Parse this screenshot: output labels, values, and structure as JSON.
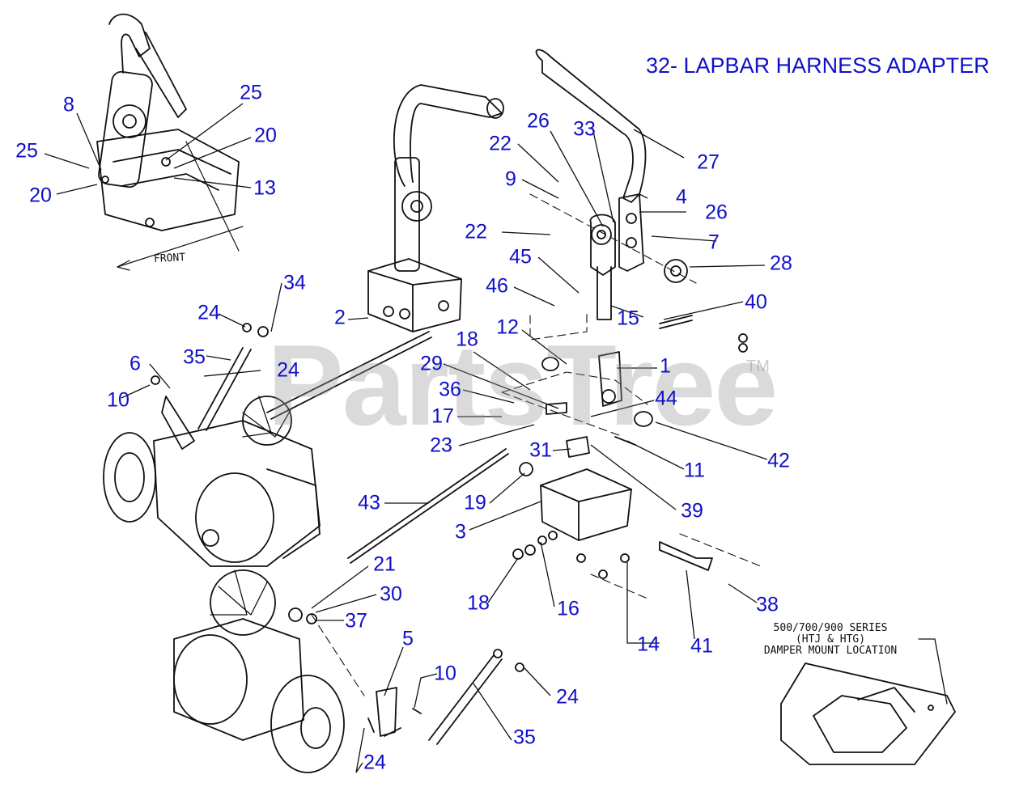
{
  "title": "32- LAPBAR HARNESS ADAPTER",
  "front_label": "FRONT",
  "note_lines": [
    "500/700/900 SERIES",
    "(HTJ & HTG)",
    "DAMPER MOUNT LOCATION"
  ],
  "watermark": "PartsTree",
  "watermark_mark": "TM",
  "colors": {
    "callout": "#1010c8",
    "linework": "#111111",
    "watermark": "#969696"
  },
  "callouts": [
    {
      "id": "8",
      "label": "8"
    },
    {
      "id": "25a",
      "label": "25"
    },
    {
      "id": "25b",
      "label": "25"
    },
    {
      "id": "20a",
      "label": "20"
    },
    {
      "id": "20b",
      "label": "20"
    },
    {
      "id": "13",
      "label": "13"
    },
    {
      "id": "34",
      "label": "34"
    },
    {
      "id": "24a",
      "label": "24"
    },
    {
      "id": "24b",
      "label": "24"
    },
    {
      "id": "24c",
      "label": "24"
    },
    {
      "id": "24d",
      "label": "24"
    },
    {
      "id": "6",
      "label": "6"
    },
    {
      "id": "35a",
      "label": "35"
    },
    {
      "id": "35b",
      "label": "35"
    },
    {
      "id": "10a",
      "label": "10"
    },
    {
      "id": "10b",
      "label": "10"
    },
    {
      "id": "2",
      "label": "2"
    },
    {
      "id": "26a",
      "label": "26"
    },
    {
      "id": "26b",
      "label": "26"
    },
    {
      "id": "33",
      "label": "33"
    },
    {
      "id": "27",
      "label": "27"
    },
    {
      "id": "22a",
      "label": "22"
    },
    {
      "id": "22b",
      "label": "22"
    },
    {
      "id": "9",
      "label": "9"
    },
    {
      "id": "4",
      "label": "4"
    },
    {
      "id": "7",
      "label": "7"
    },
    {
      "id": "28",
      "label": "28"
    },
    {
      "id": "45",
      "label": "45"
    },
    {
      "id": "46",
      "label": "46"
    },
    {
      "id": "15",
      "label": "15"
    },
    {
      "id": "40",
      "label": "40"
    },
    {
      "id": "18a",
      "label": "18"
    },
    {
      "id": "18b",
      "label": "18"
    },
    {
      "id": "12",
      "label": "12"
    },
    {
      "id": "1",
      "label": "1"
    },
    {
      "id": "29",
      "label": "29"
    },
    {
      "id": "36",
      "label": "36"
    },
    {
      "id": "44",
      "label": "44"
    },
    {
      "id": "17",
      "label": "17"
    },
    {
      "id": "23",
      "label": "23"
    },
    {
      "id": "31",
      "label": "31"
    },
    {
      "id": "11",
      "label": "11"
    },
    {
      "id": "42",
      "label": "42"
    },
    {
      "id": "43",
      "label": "43"
    },
    {
      "id": "19",
      "label": "19"
    },
    {
      "id": "39",
      "label": "39"
    },
    {
      "id": "3",
      "label": "3"
    },
    {
      "id": "21",
      "label": "21"
    },
    {
      "id": "30",
      "label": "30"
    },
    {
      "id": "37",
      "label": "37"
    },
    {
      "id": "16",
      "label": "16"
    },
    {
      "id": "14",
      "label": "14"
    },
    {
      "id": "41",
      "label": "41"
    },
    {
      "id": "38",
      "label": "38"
    },
    {
      "id": "5",
      "label": "5"
    }
  ]
}
